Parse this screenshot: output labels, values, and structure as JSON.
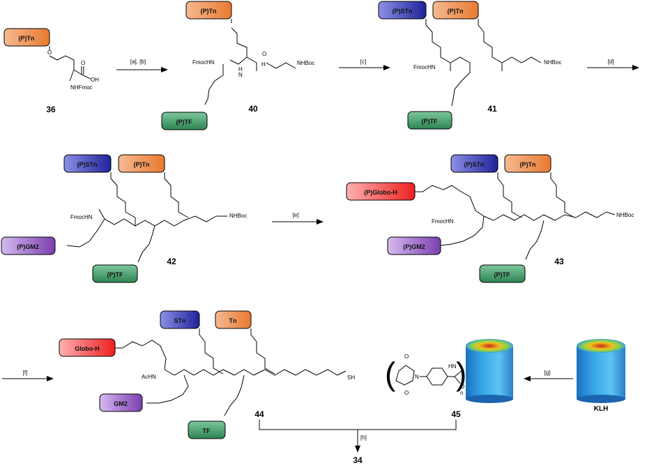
{
  "tags": {
    "tn": "(P)Tn",
    "stn": "(P)STn",
    "tf": "(P)TF",
    "gm2": "(P)GM2",
    "globo": "(P)Globo-H",
    "tn_f": "Tn",
    "stn_f": "STn",
    "tf_f": "TF",
    "gm2_f": "GM2",
    "globo_f": "Globo-H"
  },
  "compounds": {
    "c36": "36",
    "c40": "40",
    "c41": "41",
    "c42": "42",
    "c43": "43",
    "c44": "44",
    "c45": "45",
    "klh": "KLH",
    "c34": "34"
  },
  "conditions": {
    "ab": "[a], [b]",
    "c": "[c]",
    "d": "[d]",
    "e": "[e]",
    "f": "[f]",
    "g": "[g]",
    "h": "[h]"
  },
  "atoms": {
    "oh": "OH",
    "o": "O",
    "nhfmoc": "NHFmoc",
    "fmochn": "FmocHN",
    "nhboc": "NHBoc",
    "h": "H",
    "n": "N",
    "achn": "AcHN",
    "sh": "SH",
    "hn": "HN",
    "n_sub": "n",
    "paren_l": "(",
    "paren_r": ")"
  },
  "colors": {
    "tn": "#ec8a45",
    "stn": "#2d31a8",
    "tf": "#3a9460",
    "gm2": "#8b56b8",
    "globo": "#f03030"
  }
}
